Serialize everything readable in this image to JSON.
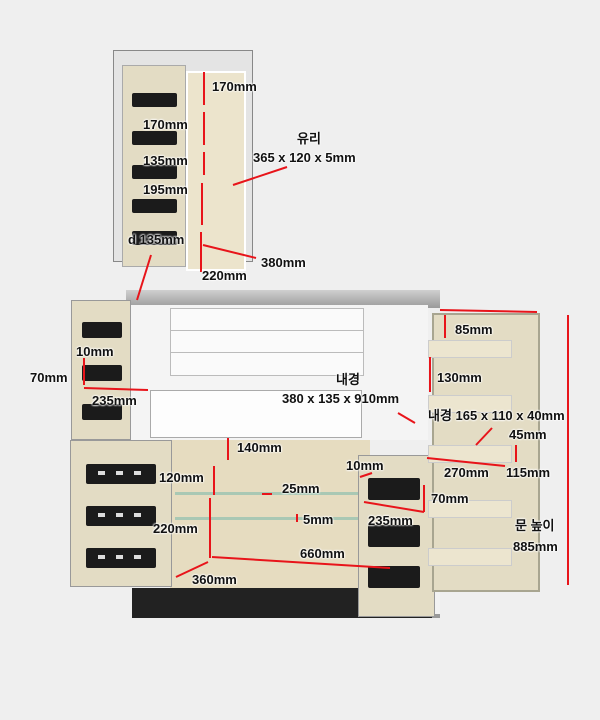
{
  "inset": {
    "labels": [
      "170mm",
      "170mm",
      "135mm",
      "195mm",
      "d 135mm",
      "380mm",
      "220mm"
    ],
    "glass_title": "유리",
    "glass_size": "365 x 120 x 5mm"
  },
  "cabinet": {
    "inner_title": "내경",
    "inner_size": "380 x 135 x 910mm",
    "left_door": [
      "10mm",
      "70mm",
      "235mm"
    ],
    "lower": [
      "140mm",
      "120mm",
      "220mm",
      "360mm",
      "660mm",
      "25mm",
      "5mm",
      "10mm",
      "70mm",
      "235mm"
    ],
    "right_door": [
      "85mm",
      "130mm",
      "내경 165 x 110 x 40mm",
      "45mm",
      "270mm",
      "115mm"
    ],
    "door_height_title": "문 높이",
    "door_height": "885mm"
  },
  "colors": {
    "arrow": "#e8141a",
    "cream": "#e9e3cf",
    "white": "#f7f7f7"
  }
}
